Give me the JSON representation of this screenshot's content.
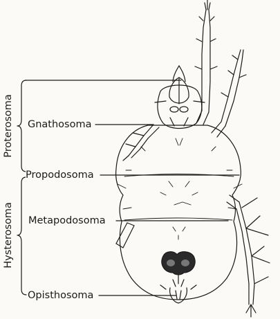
{
  "labels": {
    "gnathosoma": "Gnathosoma",
    "propodosoma": "Propodosoma",
    "metapodosoma": "Metapodosoma",
    "opisthosoma": "Opisthosoma"
  },
  "groups": {
    "proterosoma": "Proterosoma",
    "hysterosoma": "Hysterosoma"
  },
  "colors": {
    "ink": "#1a1a1a",
    "paper": "#fbfaf6"
  }
}
